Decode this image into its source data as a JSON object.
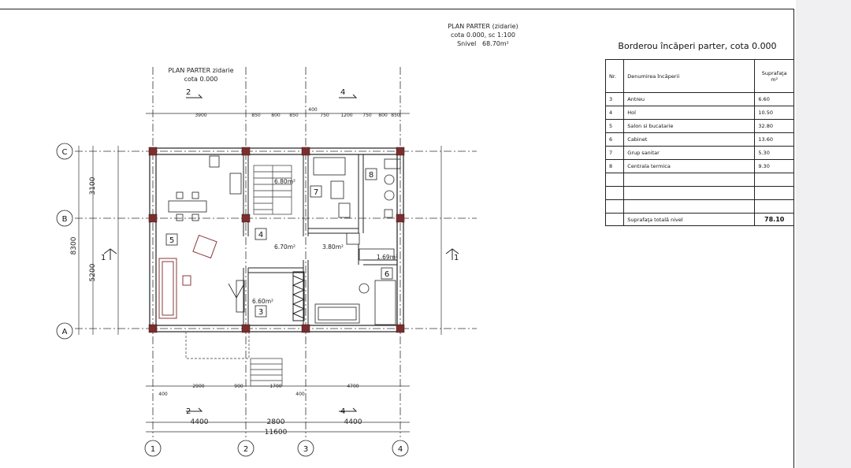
{
  "plan_header": {
    "title": "PLAN PARTER (zidarie)",
    "scale": "cota 0.000, sc 1:100",
    "snivel_label": "Snivel",
    "snivel_value": "68.70m²"
  },
  "inner_header": {
    "title": "PLAN PARTER zidarie",
    "level": "cota 0.000"
  },
  "room_table": {
    "title": "Borderou încăperi parter, cota 0.000",
    "col_nr": "Nr.",
    "col_name": "Denumirea încăperii",
    "col_area": "Suprafaţa m²",
    "rows": [
      {
        "nr": "3",
        "name": "Antreu",
        "area": "6.60"
      },
      {
        "nr": "4",
        "name": "Hol",
        "area": "10.50"
      },
      {
        "nr": "5",
        "name": "Salon si bucatarie",
        "area": "32.80"
      },
      {
        "nr": "6",
        "name": "Cabinet",
        "area": "13.60"
      },
      {
        "nr": "7",
        "name": "Grup sanitar",
        "area": "5.30"
      },
      {
        "nr": "8",
        "name": "Centrala termica",
        "area": "9.30"
      }
    ],
    "total_label": "Suprafaţa totală nivel",
    "total_value": "78.10"
  },
  "axes": {
    "vertical": [
      "1",
      "2",
      "3",
      "4"
    ],
    "horizontal": [
      "C",
      "B",
      "A"
    ]
  },
  "dimensions": {
    "overall_vertical": "8300",
    "upper_bay": "3100",
    "lower_bay": "5200",
    "top_segments": [
      "3900",
      "850",
      "800",
      "850",
      "400",
      "750",
      "1200",
      "750",
      "800",
      "850"
    ],
    "bottom_segments": [
      "400",
      "2900",
      "900",
      "1700",
      "400",
      "4700"
    ],
    "bays": [
      "4400",
      "2800",
      "4400"
    ],
    "overall_horizontal": "11600"
  },
  "room_labels": {
    "r3": "3",
    "r4": "4",
    "r5": "5",
    "r6": "6",
    "r7": "7",
    "r8": "8"
  },
  "area_labels": {
    "a_wc": "6.80m²",
    "a_hall": "6.70m²",
    "a_hall2": "3.80m²",
    "a_small": "1.69m²",
    "a_entry": "6.60m²"
  },
  "section_marks": {
    "s1": "1",
    "s2": "2",
    "s4": "4"
  },
  "colors": {
    "line": "#222222",
    "column": "#7a2e2e",
    "furniture": "#8a3a3a"
  }
}
